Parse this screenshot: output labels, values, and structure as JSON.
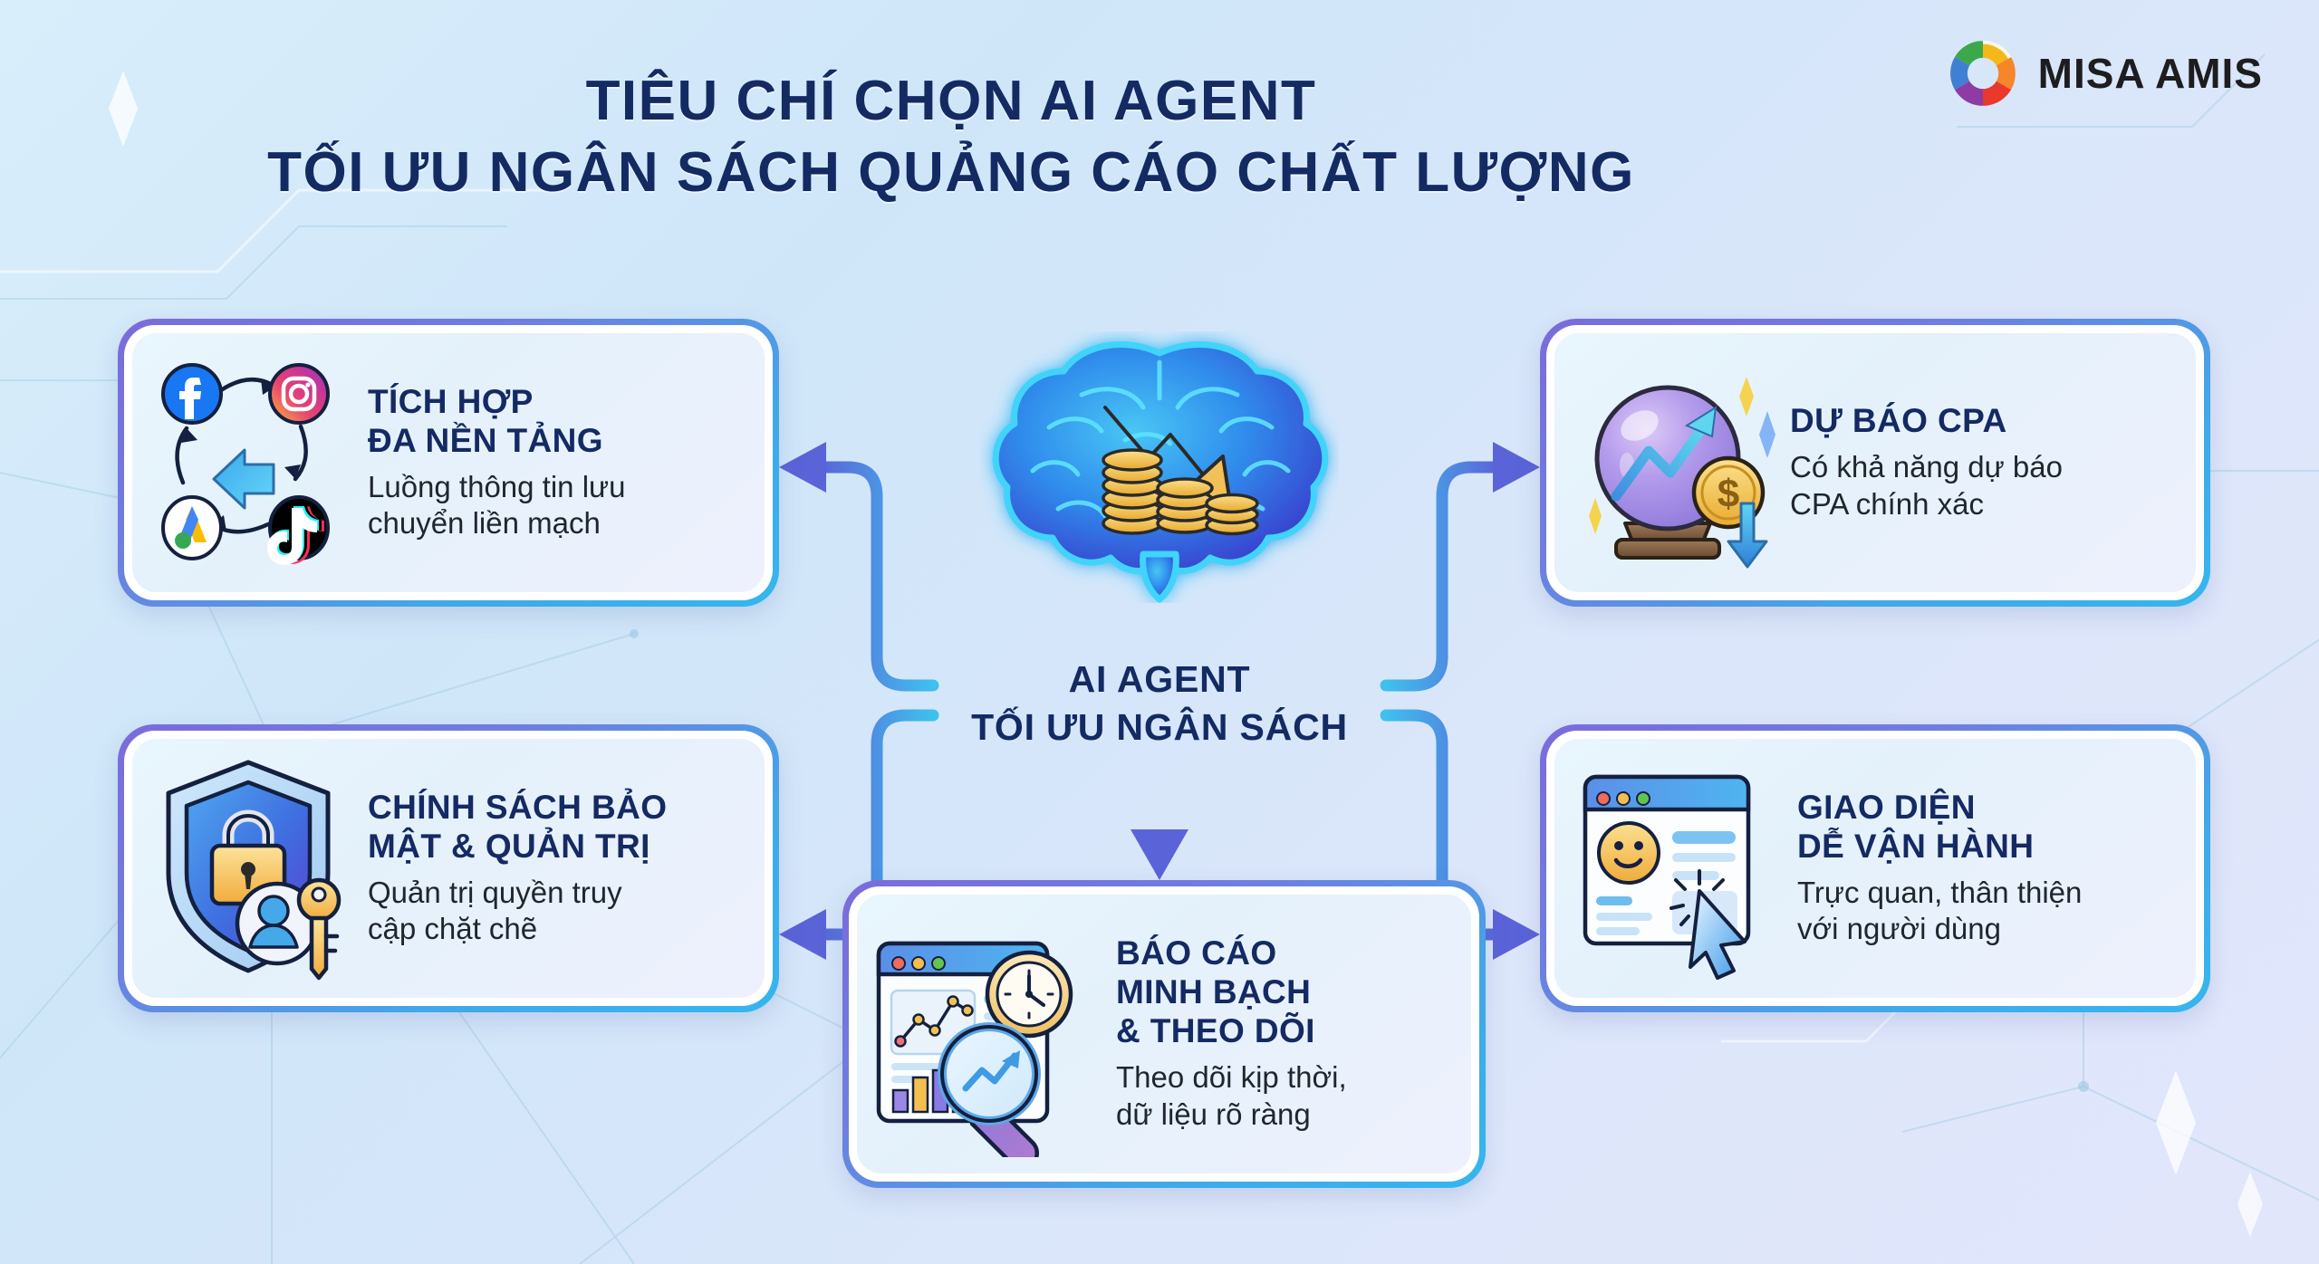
{
  "header": {
    "title_line1": "TIÊU CHÍ CHỌN AI AGENT",
    "title_line2": "TỐI ƯU NGÂN SÁCH QUẢNG CÁO CHẤT LƯỢNG",
    "logo_text": "MISA AMIS",
    "logo_icon": "misa-aperture-swirl-icon"
  },
  "center": {
    "icon": "brain-with-coins-down-arrow-icon",
    "label_line1": "AI AGENT",
    "label_line2": "TỐI ƯU NGÂN SÁCH"
  },
  "cards": {
    "integration": {
      "title": "TÍCH HỢP\nĐA NỀN TẢNG",
      "desc": "Luồng thông tin lưu\nchuyển liền mạch",
      "icon": "multi-platform-social-cycle-icon"
    },
    "security": {
      "title": "CHÍNH SÁCH BẢO\nMẬT & QUẢN TRỊ",
      "desc": "Quản trị quyền truy\ncập chặt chẽ",
      "icon": "shield-lock-user-key-icon"
    },
    "forecast": {
      "title": "DỰ BÁO CPA",
      "desc": "Có khả năng dự báo\nCPA chính xác",
      "icon": "crystal-ball-trend-coin-icon"
    },
    "interface": {
      "title": "GIAO DIỆN\nDỄ VẬN HÀNH",
      "desc": "Trực quan, thân thiện\nvới người dùng",
      "icon": "browser-smiley-cursor-icon"
    },
    "report": {
      "title": "BÁO CÁO\nMINH BẠCH\n& THEO DÕI",
      "desc": "Theo dõi kịp thời,\ndữ liệu rõ ràng",
      "icon": "dashboard-clock-magnifier-icon"
    }
  },
  "colors": {
    "title_navy": "#142a63",
    "card_border_purple": "#7a6bdb",
    "card_border_cyan": "#34b6ef",
    "connector_cyan": "#3fc0ee",
    "connector_purple": "#5b63d8",
    "background_blue": "#d5eafa",
    "gold": "#f2c14e"
  }
}
